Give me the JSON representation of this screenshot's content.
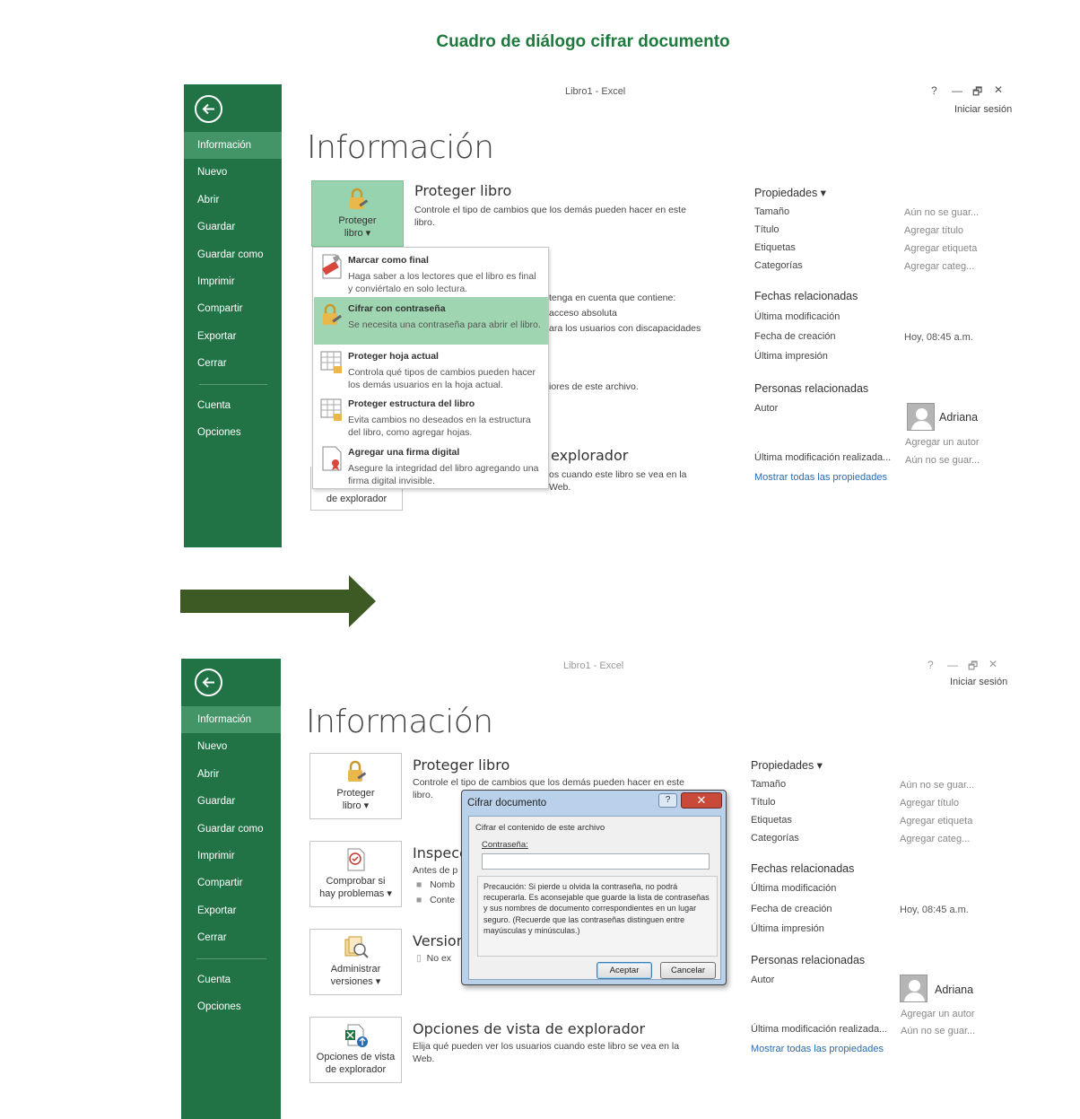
{
  "heading": "Cuadro de diálogo cifrar documento",
  "window": {
    "title": "Libro1 - Excel",
    "help": "?",
    "minimize": "—",
    "restore": "🗗",
    "close": "✕",
    "signin": "Iniciar sesión"
  },
  "nav": {
    "items": [
      "Información",
      "Nuevo",
      "Abrir",
      "Guardar",
      "Guardar como",
      "Imprimir",
      "Compartir",
      "Exportar",
      "Cerrar"
    ],
    "bottom": [
      "Cuenta",
      "Opciones"
    ]
  },
  "main": {
    "page_title": "Información",
    "protect": {
      "tile_line1": "Proteger",
      "tile_line2": "libro ▾",
      "title": "Proteger libro",
      "desc": "Controle el tipo de cambios que los demás pueden hacer en este libro."
    },
    "inspect": {
      "tile_line1": "Comprobar si",
      "tile_line2": "hay problemas ▾",
      "title": "Inspeccionar libro",
      "title_visible": "Inspecc",
      "desc_start": "Antes de p",
      "bullet1": "Nomb",
      "bullet2": "Conte",
      "hidden_desc_1": "tenga en cuenta que contiene:",
      "hidden_desc_2": "acceso absoluta",
      "hidden_desc_3": "ara los usuarios con discapacidades",
      "hidden_desc_4": "iores de este archivo."
    },
    "versions": {
      "tile_line1": "Administrar",
      "tile_line2": "versiones ▾",
      "title": "Version",
      "desc": "No ex"
    },
    "browser": {
      "tile_line1": "Opciones de vista",
      "tile_line2": "de explorador",
      "title": "Opciones de vista de explorador",
      "title_partial": "explorador",
      "desc": "Elija qué pueden ver los usuarios cuando este libro se vea en la Web.",
      "desc_partial": "os cuando este libro se vea en la",
      "desc_tail": "Web."
    }
  },
  "properties": {
    "header": "Propiedades ▾",
    "rows": [
      {
        "label": "Tamaño",
        "value": "Aún no se guar..."
      },
      {
        "label": "Título",
        "value": "Agregar título"
      },
      {
        "label": "Etiquetas",
        "value": "Agregar etiqueta"
      },
      {
        "label": "Categorías",
        "value": "Agregar categ..."
      }
    ],
    "dates_header": "Fechas relacionadas",
    "dates": [
      {
        "label": "Última modificación",
        "value": ""
      },
      {
        "label": "Fecha de creación",
        "value": "Hoy, 08:45 a.m."
      },
      {
        "label": "Última impresión",
        "value": ""
      }
    ],
    "people_header": "Personas relacionadas",
    "author_label": "Autor",
    "author_name": "Adriana",
    "add_author": "Agregar un autor",
    "last_modified_by_label": "Última modificación realizada...",
    "last_modified_by_value": "Aún no se guar...",
    "show_all": "Mostrar todas las propiedades"
  },
  "menu": {
    "items": [
      {
        "title": "Marcar como final",
        "desc": "Haga saber a los lectores que el libro es final y conviértalo en solo lectura."
      },
      {
        "title": "Cifrar con contraseña",
        "desc": "Se necesita una contraseña para abrir el libro."
      },
      {
        "title": "Proteger hoja actual",
        "desc": "Controla qué tipos de cambios pueden hacer los demás usuarios en la hoja actual."
      },
      {
        "title": "Proteger estructura del libro",
        "desc": "Evita cambios no deseados en la estructura del libro, como agregar hojas."
      },
      {
        "title": "Agregar una firma digital",
        "desc": "Asegure la integridad del libro agregando una firma digital invisible."
      }
    ]
  },
  "dialog": {
    "title": "Cifrar documento",
    "help": "?",
    "close": "✕",
    "group": "Cifrar el contenido de este archivo",
    "password_label": "Contraseña:",
    "password_value": "",
    "warning": "Precaución: Si pierde u olvida la contraseña, no podrá recuperarla. Es aconsejable que guarde la lista de contraseñas y sus nombres de documento correspondientes en un lugar seguro. (Recuerde que las contraseñas distinguen entre mayúsculas y minúsculas.)",
    "ok": "Aceptar",
    "cancel": "Cancelar"
  },
  "colors": {
    "sidebar": "#217346",
    "sidebar_active": "#439467",
    "menu_highlight": "#9fd5b1",
    "arrow": "#3d5a24",
    "heading": "#1e7a3c",
    "link": "#2a6cb0"
  }
}
